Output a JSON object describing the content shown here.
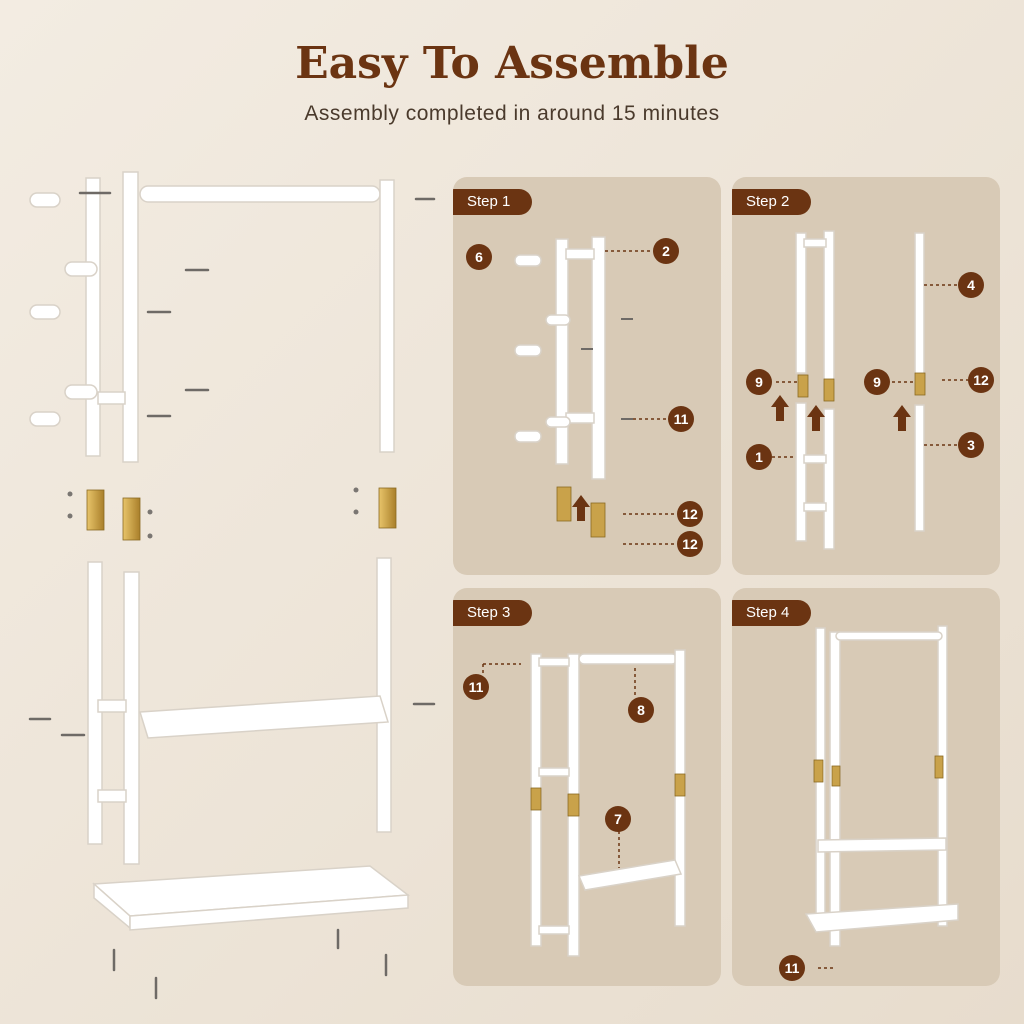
{
  "header": {
    "title": "Easy To Assemble",
    "subtitle": "Assembly completed in around 15 minutes"
  },
  "colors": {
    "accent": "#6b3412",
    "panel": "#d8cab6",
    "background": "#f0e8dc",
    "brass": "#c9a24a"
  },
  "steps": [
    {
      "label": "Step 1",
      "parts": [
        "6",
        "2",
        "11",
        "12",
        "12"
      ]
    },
    {
      "label": "Step 2",
      "parts": [
        "4",
        "9",
        "9",
        "12",
        "1",
        "3"
      ]
    },
    {
      "label": "Step 3",
      "parts": [
        "11",
        "8",
        "7"
      ]
    },
    {
      "label": "Step 4",
      "parts": [
        "11"
      ]
    }
  ]
}
